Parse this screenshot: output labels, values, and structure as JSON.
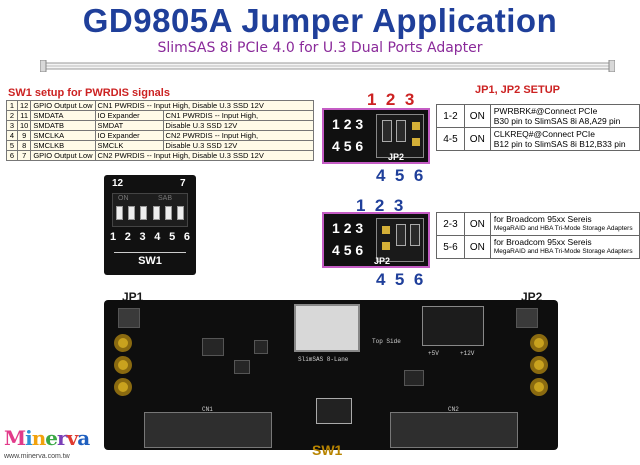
{
  "header": {
    "title": "GD9805A Jumper Application",
    "subtitle": "SlimSAS 8i PCIe 4.0 for U.3 Dual Ports Adapter"
  },
  "sw1_setup": {
    "title": "SW1 setup  for PWRDIS signals",
    "rows": [
      {
        "a": "1",
        "b": "12",
        "signal": "GPIO Output Low",
        "control": "CN1 PWRDIS -- Input High, Disable U.3 SSD 12V",
        "desc": ""
      },
      {
        "a": "2",
        "b": "11",
        "signal": "SMDATA",
        "control": "IO Expander",
        "desc": "CN1 PWRDIS -- Input High,"
      },
      {
        "a": "3",
        "b": "10",
        "signal": "SMDATB",
        "control": "SMDAT",
        "desc": "Disable U.3 SSD 12V"
      },
      {
        "a": "4",
        "b": "9",
        "signal": "SMCLKA",
        "control": "IO Expander",
        "desc": "CN2 PWRDIS -- Input High,"
      },
      {
        "a": "5",
        "b": "8",
        "signal": "SMCLKB",
        "control": "SMCLK",
        "desc": "Disable U.3 SSD 12V"
      },
      {
        "a": "6",
        "b": "7",
        "signal": "GPIO Output Low",
        "control": "CN2 PWRDIS -- Input High, Disable U.3 SSD 12V",
        "desc": ""
      }
    ]
  },
  "dip": {
    "top_left": "12",
    "top_right": "7",
    "on_label": "ON",
    "sab_label": "SAB",
    "bottom_numbers": [
      "1",
      "2",
      "3",
      "4",
      "5",
      "6"
    ],
    "label": "SW1"
  },
  "jp_setup": {
    "title": "JP1, JP2 SETUP",
    "img1": {
      "top": [
        "1",
        "2",
        "3"
      ],
      "left_top": [
        "1",
        "2",
        "3"
      ],
      "left_bottom": [
        "4",
        "5",
        "6"
      ],
      "bottom": [
        "4",
        "5",
        "6"
      ],
      "label": "JP2"
    },
    "img2": {
      "top": [
        "1",
        "2",
        "3"
      ],
      "left_top": [
        "1",
        "2",
        "3"
      ],
      "left_bottom": [
        "4",
        "5",
        "6"
      ],
      "bottom": [
        "4",
        "5",
        "6"
      ],
      "label": "JP2"
    },
    "rows_a": [
      {
        "pair": "1-2",
        "state": "ON",
        "line1": "PWRBRK#@Connect PCIe",
        "line2": "B30 pin to SlimSAS 8i A8,A29 pin"
      },
      {
        "pair": "4-5",
        "state": "ON",
        "line1": "CLKREQ#@Connect PCIe",
        "line2": "B12 pin to SlimSAS 8i B12,B33 pin"
      }
    ],
    "rows_b": [
      {
        "pair": "2-3",
        "state": "ON",
        "line1": "for Broadcom 95xx Sereis",
        "line2": "MegaRAID and HBA Tri-Mode Storage Adapters"
      },
      {
        "pair": "5-6",
        "state": "ON",
        "line1": "for Broadcom 95xx Sereis",
        "line2": "MegaRAID and HBA Tri-Mode Storage Adapters"
      }
    ]
  },
  "board": {
    "jp1_label": "JP1",
    "jp2_label": "JP2",
    "sw1_label": "SW1",
    "slimsas_label": "SlimSAS 8-Lane",
    "top_side_label": "Top Side",
    "cn1_label": "CN1",
    "cn2_label": "CN2",
    "v5_label": "+5V",
    "v12_label": "+12V"
  },
  "logo": {
    "text": "Minerva",
    "url": "www.minerva.com.tw",
    "colors": [
      "#e23b8a",
      "#2e8fd6",
      "#f2a20c",
      "#3aa845",
      "#7a3fb8",
      "#e03a2f",
      "#1f5fbf"
    ]
  }
}
